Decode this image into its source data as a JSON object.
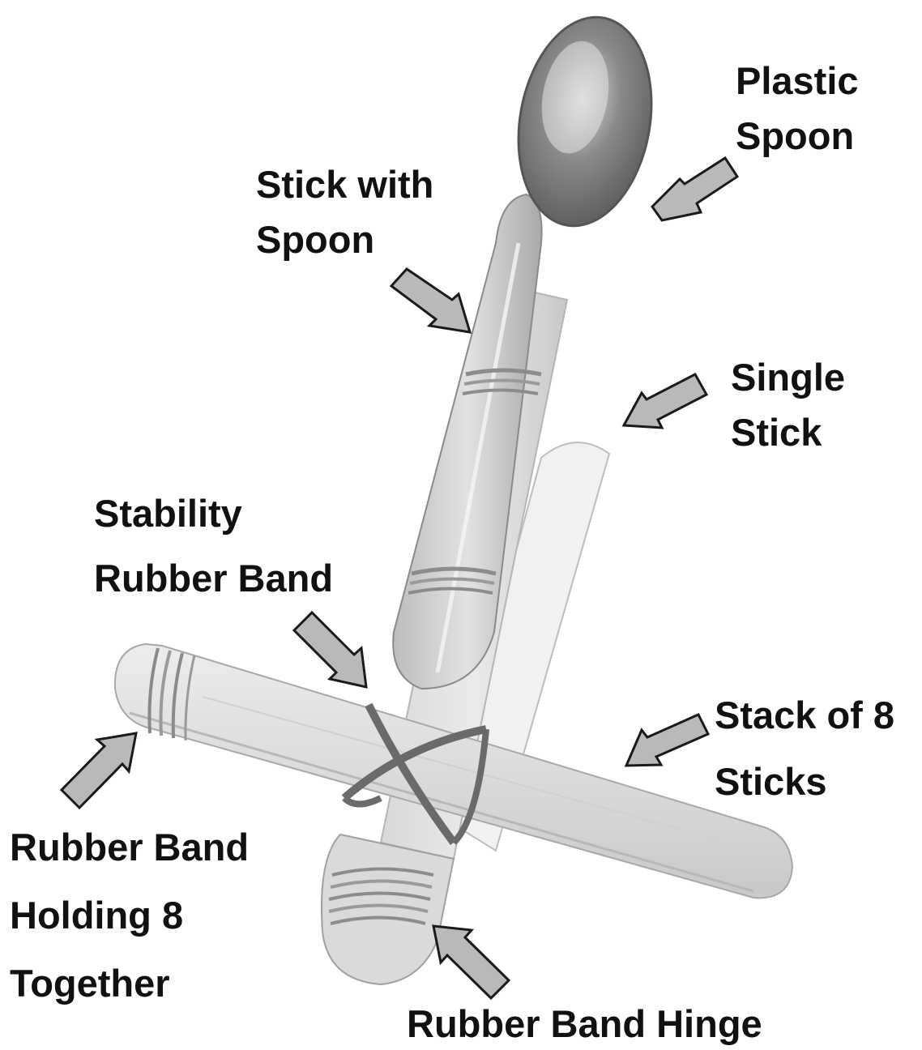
{
  "labels": {
    "plastic_spoon": [
      "Plastic",
      "Spoon"
    ],
    "stick_with_spoon": [
      "Stick with",
      "Spoon"
    ],
    "single_stick": [
      "Single",
      "Stick"
    ],
    "stability_band": [
      "Stability",
      "Rubber Band"
    ],
    "stack_of_8": [
      "Stack of 8",
      "Sticks"
    ],
    "band_holding_8": [
      "Rubber Band",
      "Holding 8",
      "Together"
    ],
    "hinge": [
      "Rubber Band Hinge"
    ]
  },
  "colors": {
    "arrow_fill": "#b9b9b9",
    "arrow_stroke": "#1a1a1a",
    "wood_light": "#e6e6e6",
    "wood_mid": "#cfcfcf",
    "rubber_band": "#6e6e6e",
    "spoon": "#9a9a9a"
  }
}
